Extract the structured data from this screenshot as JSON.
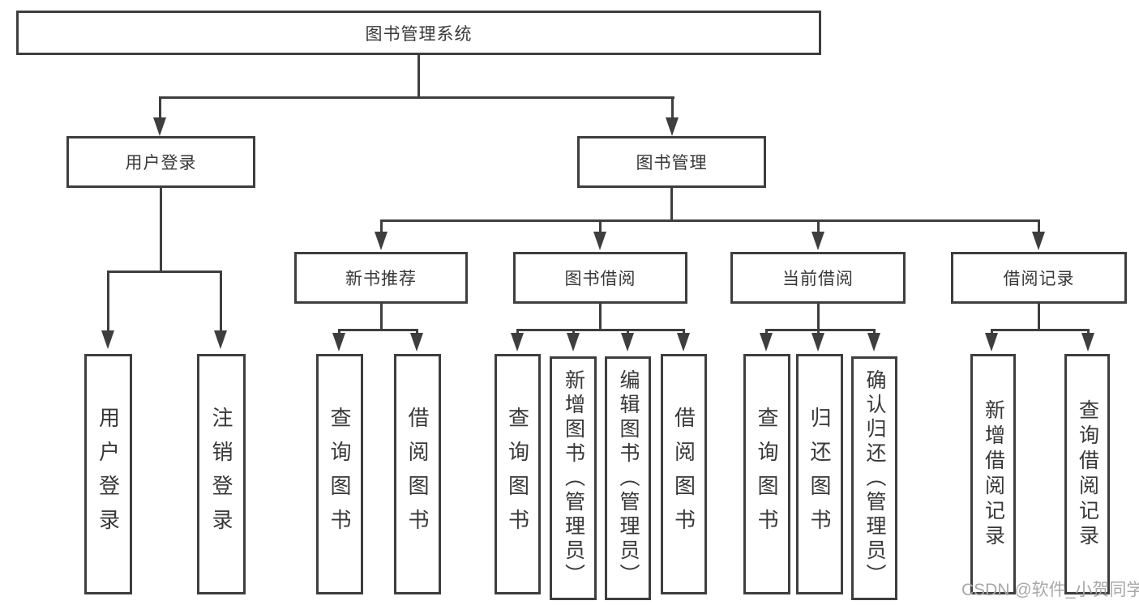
{
  "colors": {
    "line": "#3e3e3e",
    "text": "#383838",
    "watermark": "#a8a8a8",
    "background": "#ffffff"
  },
  "watermark": {
    "text": "CSDN @软件_小贺同学"
  },
  "tree": {
    "label": "图书管理系统",
    "children": [
      {
        "label": "用户登录",
        "children": [
          {
            "label": "用户登录"
          },
          {
            "label": "注销登录"
          }
        ]
      },
      {
        "label": "图书管理",
        "children": [
          {
            "label": "新书推荐",
            "children": [
              {
                "label": "查询图书"
              },
              {
                "label": "借阅图书"
              }
            ]
          },
          {
            "label": "图书借阅",
            "children": [
              {
                "label": "查询图书"
              },
              {
                "label": "新增图书（管理员）"
              },
              {
                "label": "编辑图书（管理员）"
              },
              {
                "label": "借阅图书"
              }
            ]
          },
          {
            "label": "当前借阅",
            "children": [
              {
                "label": "查询图书"
              },
              {
                "label": "归还图书"
              },
              {
                "label": "确认归还（管理员）"
              }
            ]
          },
          {
            "label": "借阅记录",
            "children": [
              {
                "label": "新增借阅记录"
              },
              {
                "label": "查询借阅记录"
              }
            ]
          }
        ]
      }
    ]
  }
}
